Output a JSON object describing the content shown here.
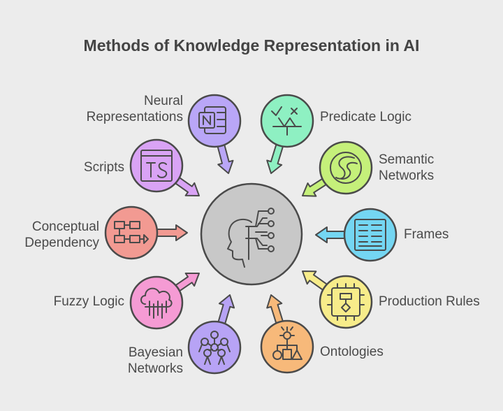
{
  "title": "Methods of Knowledge Representation in AI",
  "hub": {
    "icon": "head-circuit-icon",
    "color": "#c8c8c8"
  },
  "methods": [
    {
      "label": "Neural\nRepresentations",
      "icon": "onenote-icon",
      "color": "#b9a6f7"
    },
    {
      "label": "Predicate Logic",
      "icon": "logic-flow-icon",
      "color": "#8ef0c2"
    },
    {
      "label": "Semantic\nNetworks",
      "icon": "s-swirl-icon",
      "color": "#c5f07a"
    },
    {
      "label": "Frames",
      "icon": "document-frame-icon",
      "color": "#74d6f2"
    },
    {
      "label": "Production Rules",
      "icon": "chip-flow-icon",
      "color": "#f7ec8a"
    },
    {
      "label": "Ontologies",
      "icon": "hierarchy-shapes-icon",
      "color": "#f7b97a"
    },
    {
      "label": "Bayesian\nNetworks",
      "icon": "node-network-icon",
      "color": "#b7a3f5"
    },
    {
      "label": "Fuzzy Logic",
      "icon": "cloud-data-icon",
      "color": "#f59bd4"
    },
    {
      "label": "Conceptual\nDependency",
      "icon": "flowchart-icon",
      "color": "#f29a92"
    },
    {
      "label": "Scripts",
      "icon": "ts-file-icon",
      "color": "#d9a3f5"
    }
  ]
}
